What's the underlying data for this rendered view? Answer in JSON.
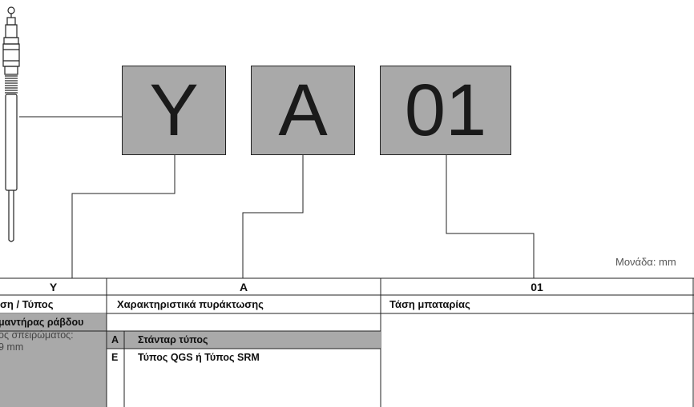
{
  "codes": [
    "Y",
    "A",
    "01"
  ],
  "unit_label": "Μονάδα: mm",
  "table": {
    "columns": [
      {
        "header": "Y",
        "subheader": "ση / Τύπος"
      },
      {
        "header": "A",
        "subheader": "Χαρακτηριστικά πυράκτωσης"
      },
      {
        "header": "01",
        "subheader": "Τάση μπαταρίας"
      }
    ],
    "col1_rows": [
      {
        "title": "μαντήρας ράβδου",
        "lines": [
          "ος σπειρώματος:",
          "9 mm"
        ]
      }
    ],
    "col2_rows": [
      {
        "code": "A",
        "text": "Στάνταρ τύπος",
        "shaded": true
      },
      {
        "code": "E",
        "text": "Τύπος QGS ή Τύπος SRM",
        "shaded": false
      }
    ]
  }
}
